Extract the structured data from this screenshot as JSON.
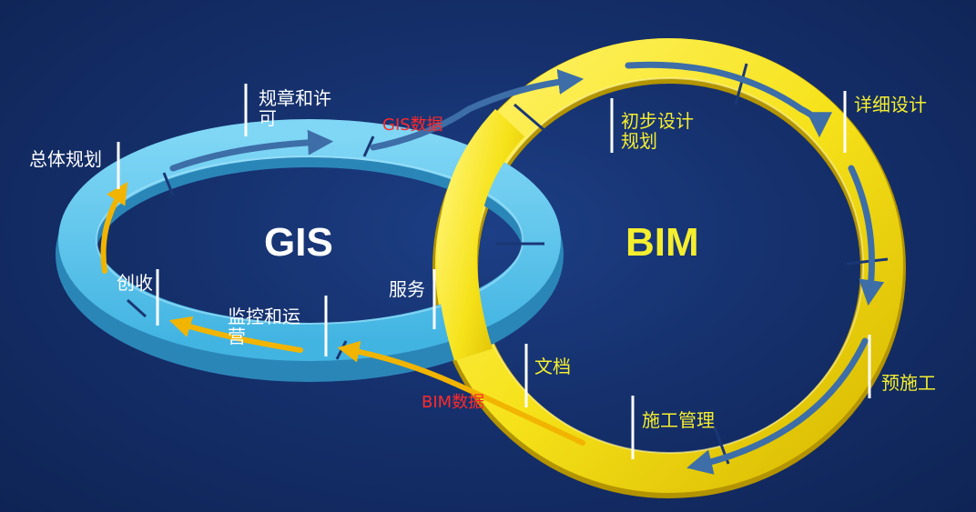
{
  "gis_title": "GIS",
  "bim_title": "BIM",
  "labels": {
    "rules_permits": "规章和许可",
    "gis_data": "GIS数据",
    "preliminary_design": "初步设计规划",
    "detailed_design": "详细设计",
    "overall_planning": "总体规划",
    "revenue": "创收",
    "services": "服务",
    "monitoring_ops": "监控和运营",
    "documents": "文档",
    "pre_construction": "预施工",
    "bim_data": "BIM数据",
    "construction_mgmt": "施工管理"
  },
  "colors": {
    "background": "#15306c",
    "gis_ring": "#5ec6ec",
    "bim_ring": "#f6e21a",
    "arrow_dark": "#3d6ea7",
    "arrow_orange": "#f1b400",
    "data_text": "#ff2a2a"
  }
}
